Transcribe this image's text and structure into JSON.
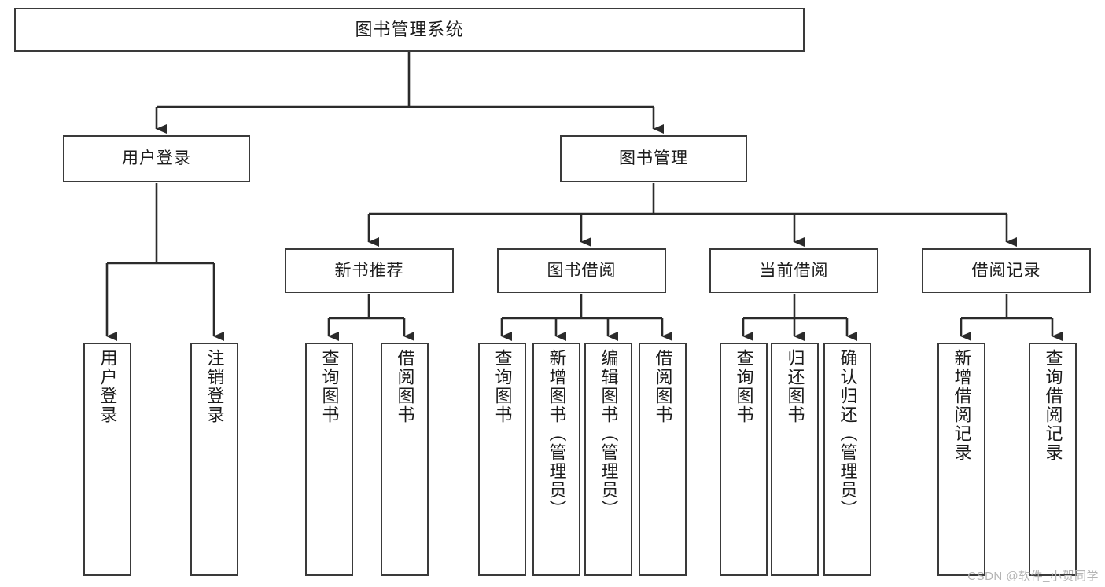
{
  "diagram": {
    "title": "图书管理系统",
    "type": "tree-hierarchy-diagram",
    "colors": {
      "box_border": "#3a3a3a",
      "box_fill": "#ffffff",
      "edge": "#2b2b2b",
      "text": "#1b1b1b",
      "watermark": "#b4b4b4",
      "background": "#ffffff"
    },
    "nodes": {
      "root": {
        "label": "图书管理系统"
      },
      "level2": [
        {
          "id": "user-login",
          "label": "用户登录"
        },
        {
          "id": "book-management",
          "label": "图书管理"
        }
      ],
      "level3": [
        {
          "id": "new-book-recommend",
          "label": "新书推荐"
        },
        {
          "id": "book-borrow",
          "label": "图书借阅"
        },
        {
          "id": "current-borrow",
          "label": "当前借阅"
        },
        {
          "id": "borrow-record",
          "label": "借阅记录"
        }
      ],
      "leaves": {
        "user_login": [
          {
            "id": "leaf-user-login",
            "label": "用户登录"
          },
          {
            "id": "leaf-logout-login",
            "label": "注销登录"
          }
        ],
        "new_book_recommend": [
          {
            "id": "leaf-query-book-1",
            "label": "查询图书"
          },
          {
            "id": "leaf-borrow-book-1",
            "label": "借阅图书"
          }
        ],
        "book_borrow": [
          {
            "id": "leaf-query-book-2",
            "label": "查询图书"
          },
          {
            "id": "leaf-add-book",
            "label": "新增图书（管理员）"
          },
          {
            "id": "leaf-edit-book",
            "label": "编辑图书（管理员）"
          },
          {
            "id": "leaf-borrow-book-2",
            "label": "借阅图书"
          }
        ],
        "current_borrow": [
          {
            "id": "leaf-query-book-3",
            "label": "查询图书"
          },
          {
            "id": "leaf-return-book",
            "label": "归还图书"
          },
          {
            "id": "leaf-confirm-return",
            "label": "确认归还（管理员）"
          }
        ],
        "borrow_record": [
          {
            "id": "leaf-add-record",
            "label": "新增借阅记录"
          },
          {
            "id": "leaf-query-record",
            "label": "查询借阅记录"
          }
        ]
      }
    },
    "watermark": "CSDN @软件_小贺同学"
  }
}
